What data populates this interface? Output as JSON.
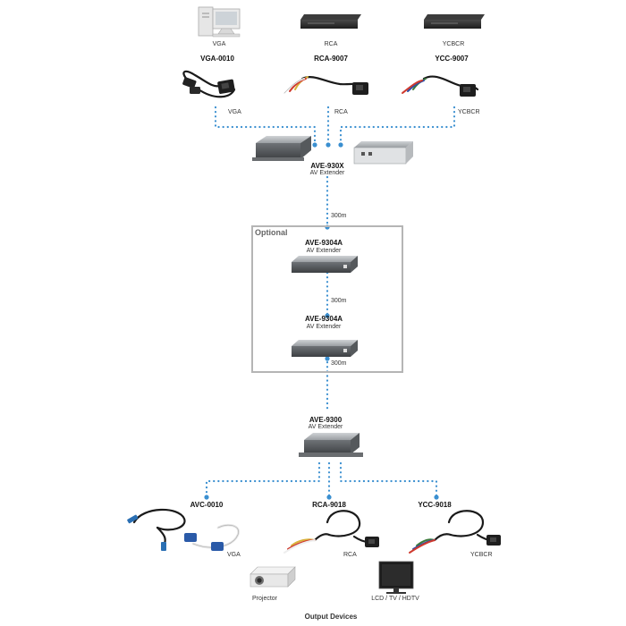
{
  "inputs": {
    "vga": {
      "device": "VGA",
      "cable": "VGA-0010",
      "port": "VGA"
    },
    "rca": {
      "device": "RCA",
      "cable": "RCA-9007",
      "port": "RCA"
    },
    "ycbcr": {
      "device": "YCBCR",
      "cable": "YCC-9007",
      "port": "YCBCR"
    }
  },
  "transmitter": {
    "model": "AVE-930X",
    "desc": "AV Extender"
  },
  "distance_1": "300m",
  "optional": {
    "title": "Optional",
    "unit_1": {
      "model": "AVE-9304A",
      "desc": "AV Extender"
    },
    "distance_2": "300m",
    "unit_2": {
      "model": "AVE-9304A",
      "desc": "AV Extender"
    },
    "distance_3": "300m"
  },
  "receiver": {
    "model": "AVE-9300",
    "desc": "AV Extender"
  },
  "outputs": {
    "vga": {
      "cable": "AVC-0010",
      "port": "VGA"
    },
    "rca": {
      "cable": "RCA-9018",
      "port": "RCA"
    },
    "ycbcr": {
      "cable": "YCC-9018",
      "port": "YCBCR"
    },
    "projector": "Projector",
    "display": "LCD / TV / HDTV"
  },
  "footer": "Output Devices",
  "colors": {
    "link_dots": "#3a8fd0",
    "device_dark": "#2e2e2e",
    "device_body": "#8a8d91"
  }
}
